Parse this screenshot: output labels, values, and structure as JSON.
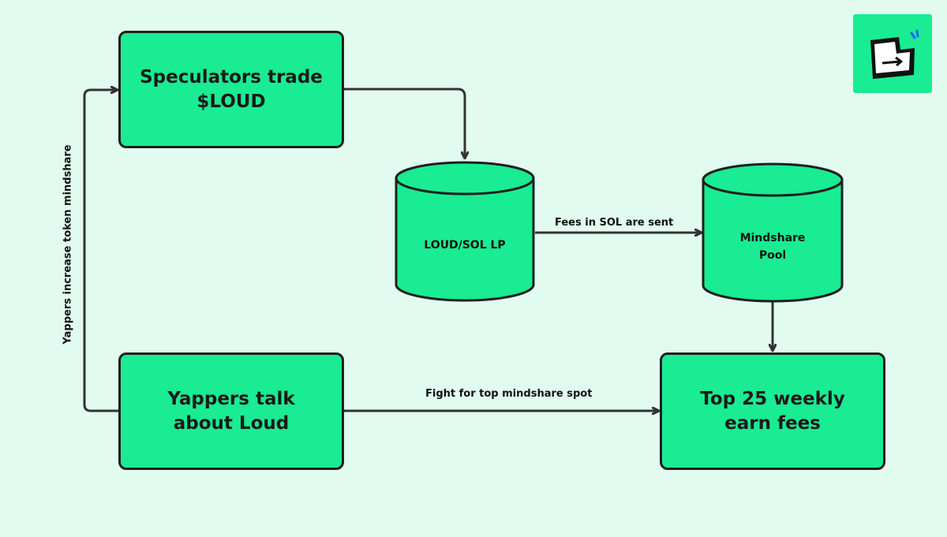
{
  "nodes": {
    "speculators": "Speculators trade $LOUD",
    "lp_pool": "LOUD/SOL LP",
    "mindshare_pool": "Mindshare Pool",
    "yappers": "Yappers talk about Loud",
    "top25": "Top 25 weekly earn fees"
  },
  "edges": {
    "fees_sent": "Fees in SOL are sent",
    "fight_for_spot": "Fight for top mindshare spot",
    "increase_mindshare": "Yappers increase token mindshare"
  },
  "colors": {
    "background": "#e1fbf0",
    "node_fill": "#19ec92",
    "stroke": "#1f1f1f"
  },
  "logo": {
    "icon": "arrow-box-logo-icon"
  }
}
